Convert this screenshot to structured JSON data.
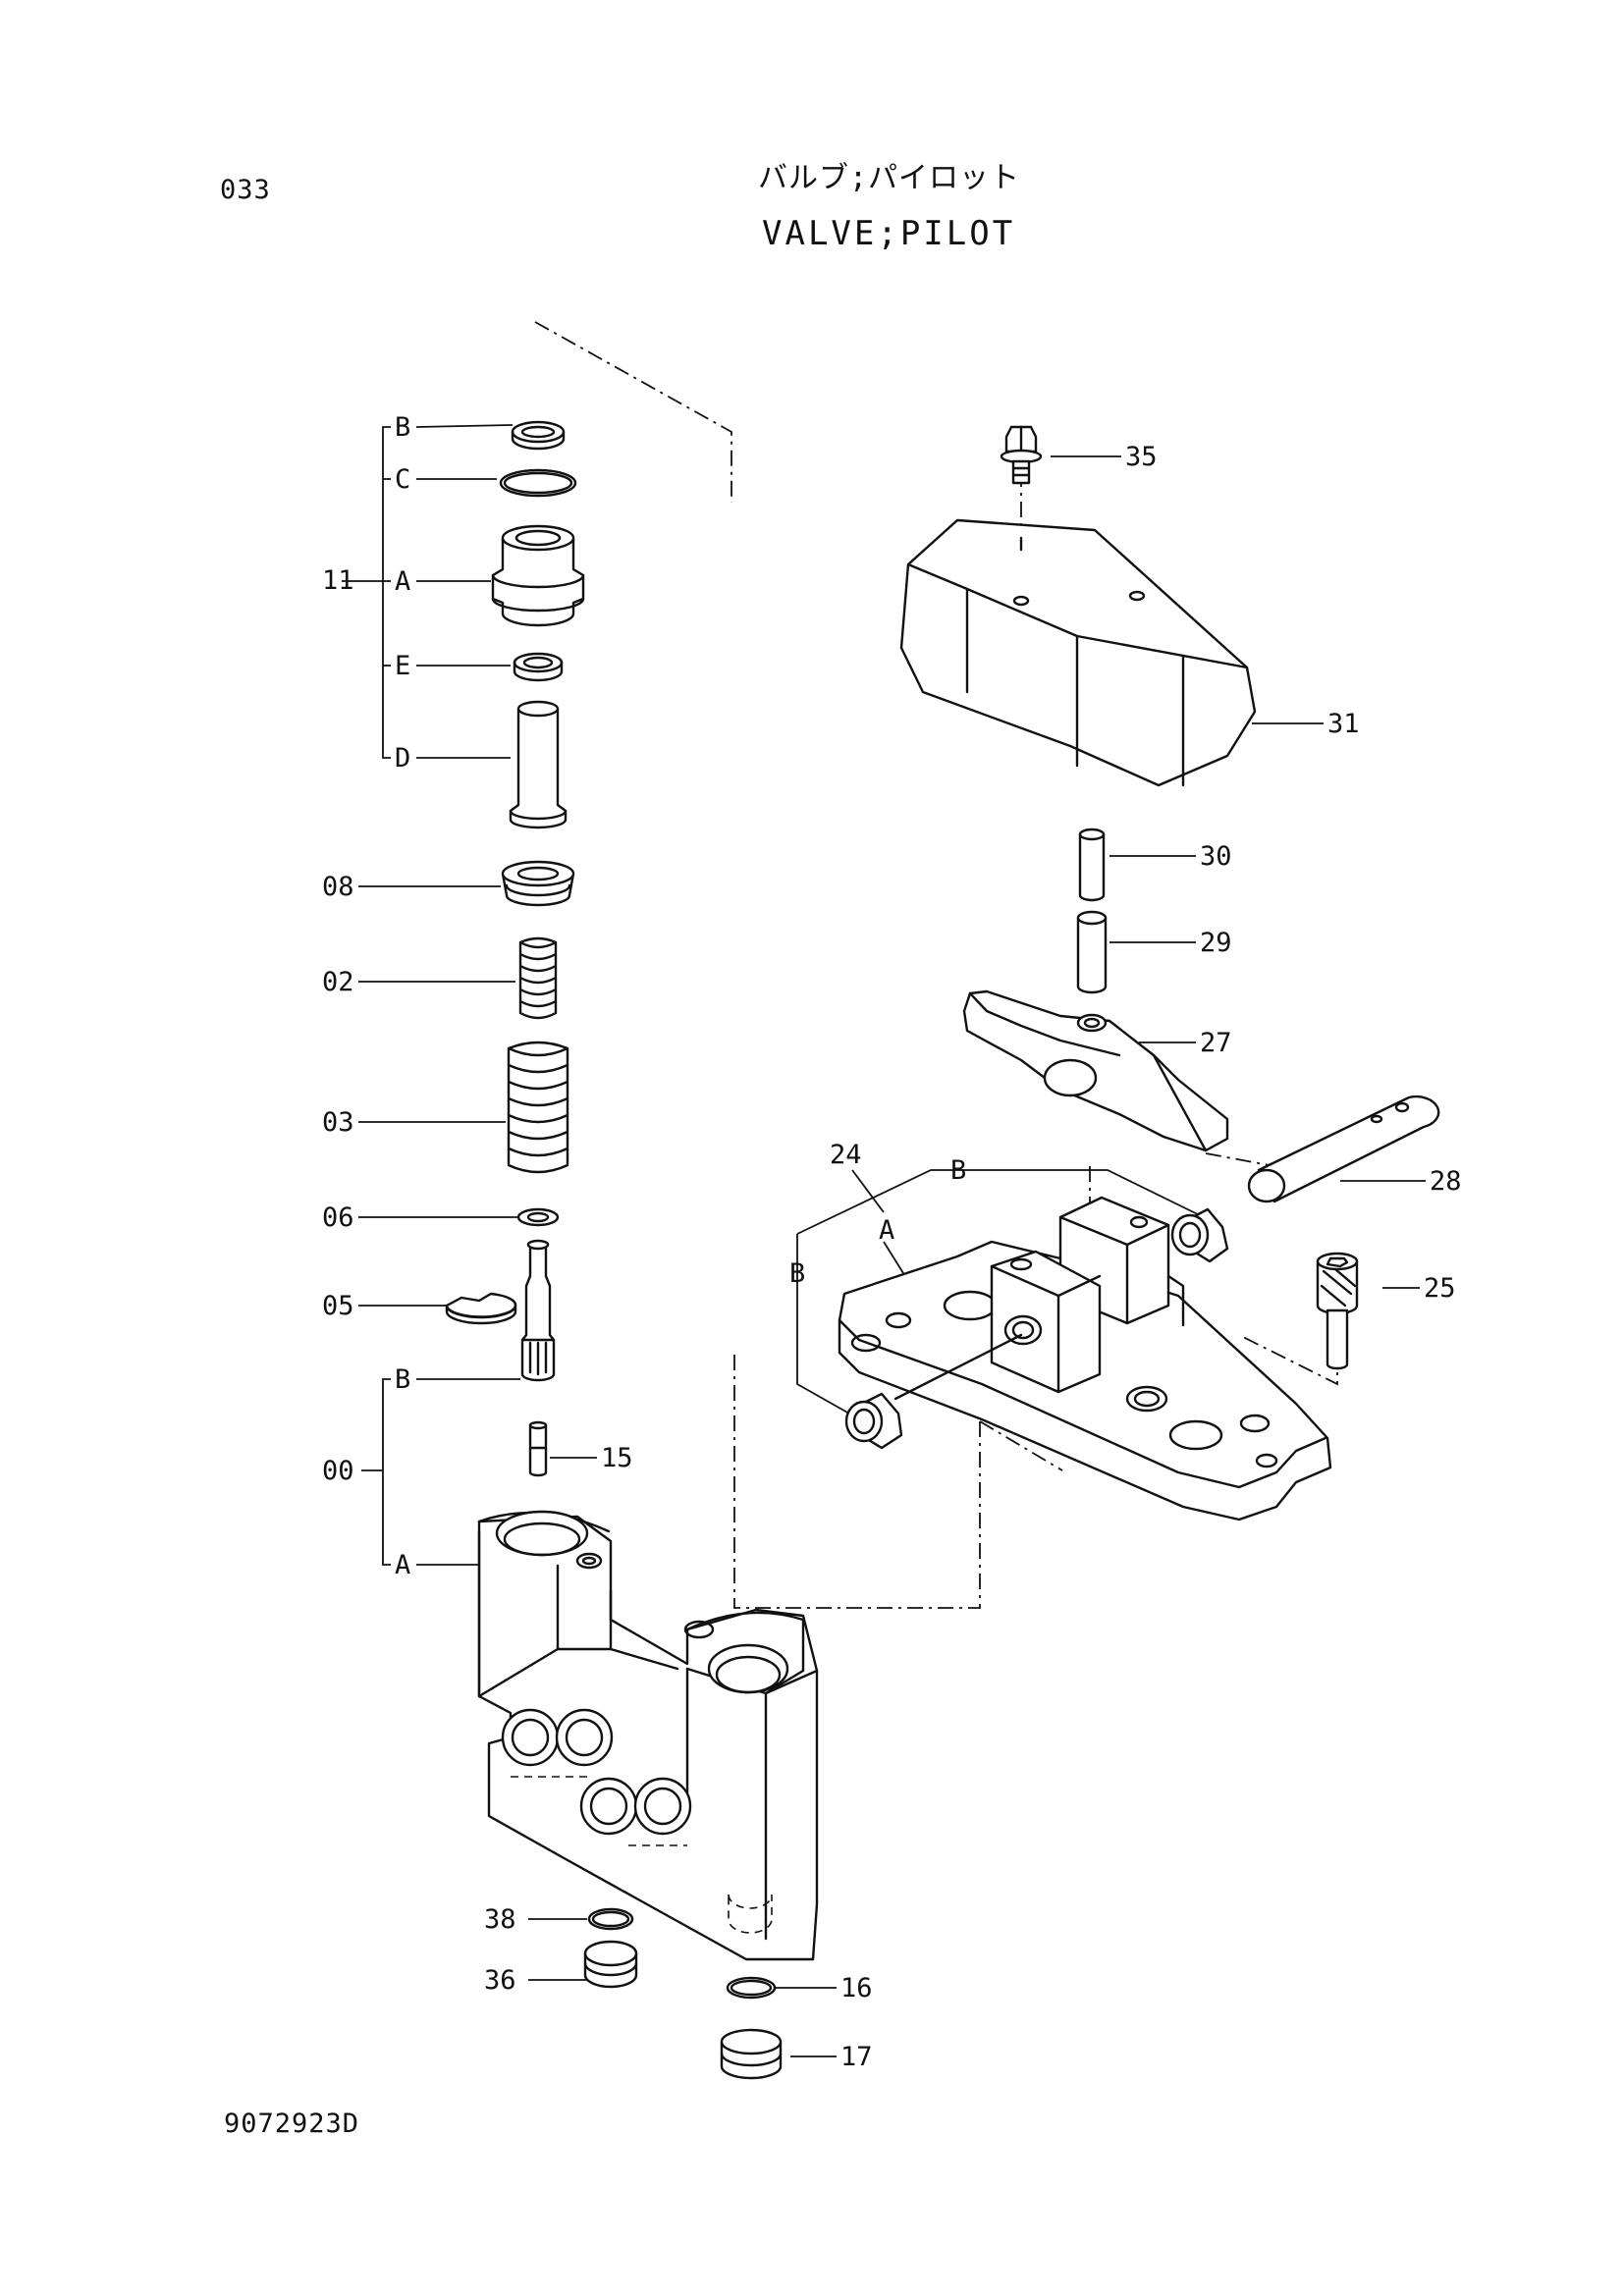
{
  "page_number": "033",
  "title_jp": "バルブ;パイロット",
  "title_en": "VALVE;PILOT",
  "drawing_number": "9072923D",
  "labels": {
    "l11": "11",
    "l11B": "B",
    "l11C": "C",
    "l11A": "A",
    "l11E": "E",
    "l11D": "D",
    "l08": "08",
    "l02": "02",
    "l03": "03",
    "l06": "06",
    "l05": "05",
    "l00": "00",
    "l00B": "B",
    "l00A": "A",
    "l15": "15",
    "l38": "38",
    "l36": "36",
    "l16": "16",
    "l17": "17",
    "l35": "35",
    "l31": "31",
    "l30": "30",
    "l29": "29",
    "l27": "27",
    "l28": "28",
    "l25": "25",
    "l24": "24",
    "l24A": "A",
    "l24B1": "B",
    "l24B2": "B"
  }
}
